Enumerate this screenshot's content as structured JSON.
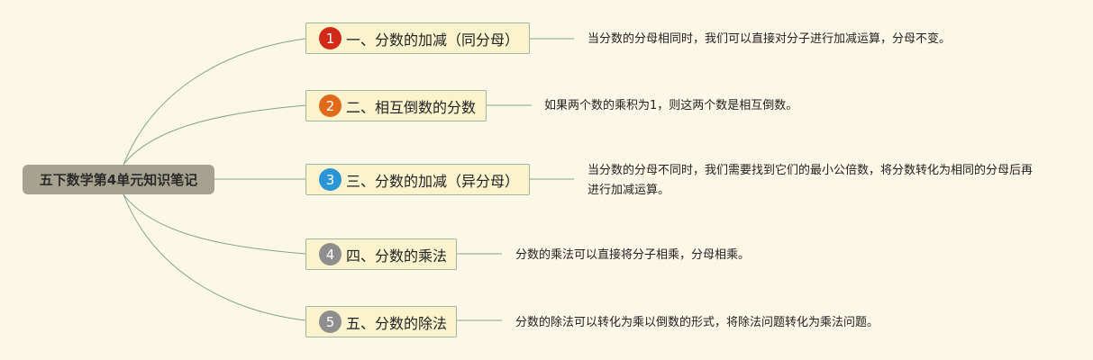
{
  "root": {
    "label": "五下数学第4单元知识笔记"
  },
  "topics": [
    {
      "number": "1",
      "label": "一、分数的加减（同分母）",
      "badge_color": "#d12a1a",
      "description": "当分数的分母相同时，我们可以直接对分子进行加减运算，分母不变。"
    },
    {
      "number": "2",
      "label": "二、相互倒数的分数",
      "badge_color": "#e06a1a",
      "description": "如果两个数的乘积为1，则这两个数是相互倒数。"
    },
    {
      "number": "3",
      "label": "三、分数的加减（异分母）",
      "badge_color": "#2b95d6",
      "description": "当分数的分母不同时，我们需要找到它们的最小公倍数，将分数转化为相同的分母后再进行加减运算。"
    },
    {
      "number": "4",
      "label": "四、分数的乘法",
      "badge_color": "#8e8e8e",
      "description": "分数的乘法可以直接将分子相乘，分母相乘。"
    },
    {
      "number": "5",
      "label": "五、分数的除法",
      "badge_color": "#8e8e8e",
      "description": "分数的除法可以转化为乘以倒数的形式，将除法问题转化为乘法问题。"
    }
  ]
}
